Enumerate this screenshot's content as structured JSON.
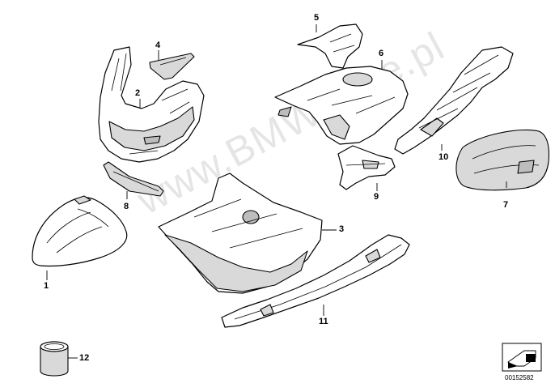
{
  "callouts": {
    "c1": "1",
    "c2": "2",
    "c3": "3",
    "c4": "4",
    "c5": "5",
    "c6": "6",
    "c7": "7",
    "c8": "8",
    "c9": "9",
    "c10": "10",
    "c11": "11",
    "c12": "12"
  },
  "watermark": "www.BMWstore.pl",
  "diagram_number": "00152582"
}
